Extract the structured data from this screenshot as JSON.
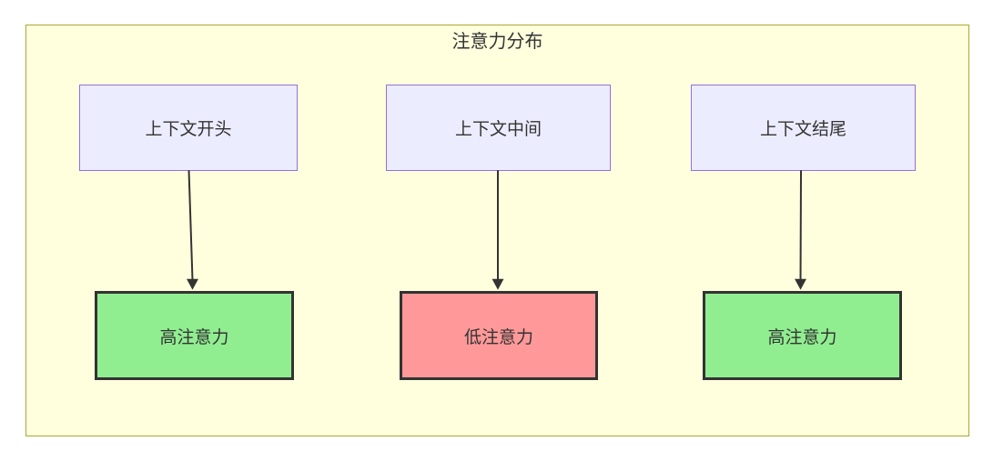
{
  "diagram": {
    "title": "注意力分布",
    "top_nodes": [
      {
        "id": "context-start",
        "label": "上下文开头"
      },
      {
        "id": "context-middle",
        "label": "上下文中间"
      },
      {
        "id": "context-end",
        "label": "上下文结尾"
      }
    ],
    "bottom_nodes": [
      {
        "id": "attention-start",
        "label": "高注意力",
        "status": "high"
      },
      {
        "id": "attention-middle",
        "label": "低注意力",
        "status": "low"
      },
      {
        "id": "attention-end",
        "label": "高注意力",
        "status": "high"
      }
    ],
    "edges": [
      {
        "from": "上下文开头",
        "to": "高注意力"
      },
      {
        "from": "上下文中间",
        "to": "低注意力"
      },
      {
        "from": "上下文结尾",
        "to": "高注意力"
      }
    ],
    "colors": {
      "canvas_bg": "#ffffff",
      "container_fill": "#ffffde",
      "container_border": "#aaaa33",
      "context_node_fill": "#ececff",
      "context_node_border": "#9370db",
      "high_attention_fill": "#90ee90",
      "low_attention_fill": "#ff9999",
      "attention_node_border": "#333333",
      "edge_color": "#333333",
      "text_color": "#333333"
    }
  }
}
